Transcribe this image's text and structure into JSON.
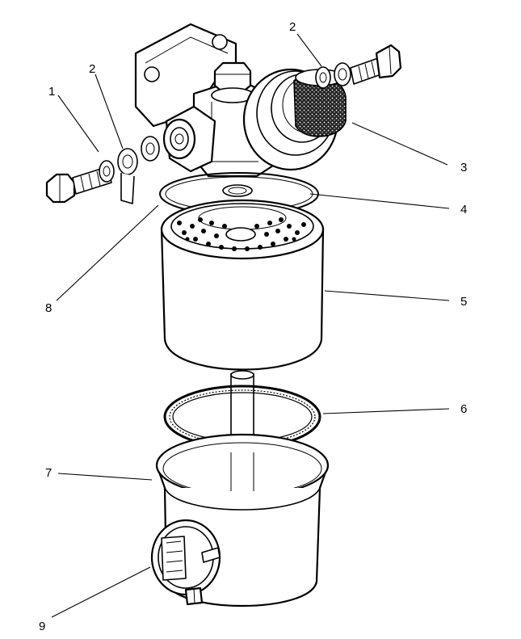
{
  "diagram": {
    "callouts": [
      {
        "id": "1",
        "label": "1",
        "part": "banjo-bolt"
      },
      {
        "id": "2a",
        "label": "2",
        "part": "sealing-washer-left"
      },
      {
        "id": "2b",
        "label": "2",
        "part": "sealing-washer-right"
      },
      {
        "id": "3",
        "label": "3",
        "part": "hand-primer"
      },
      {
        "id": "4",
        "label": "4",
        "part": "filter-seal"
      },
      {
        "id": "5",
        "label": "5",
        "part": "filter-element"
      },
      {
        "id": "6",
        "label": "6",
        "part": "bowl-seal"
      },
      {
        "id": "7",
        "label": "7",
        "part": "sediment-bowl"
      },
      {
        "id": "8",
        "label": "8",
        "part": "filter-head-seal"
      },
      {
        "id": "9",
        "label": "9",
        "part": "water-sensor"
      }
    ]
  }
}
